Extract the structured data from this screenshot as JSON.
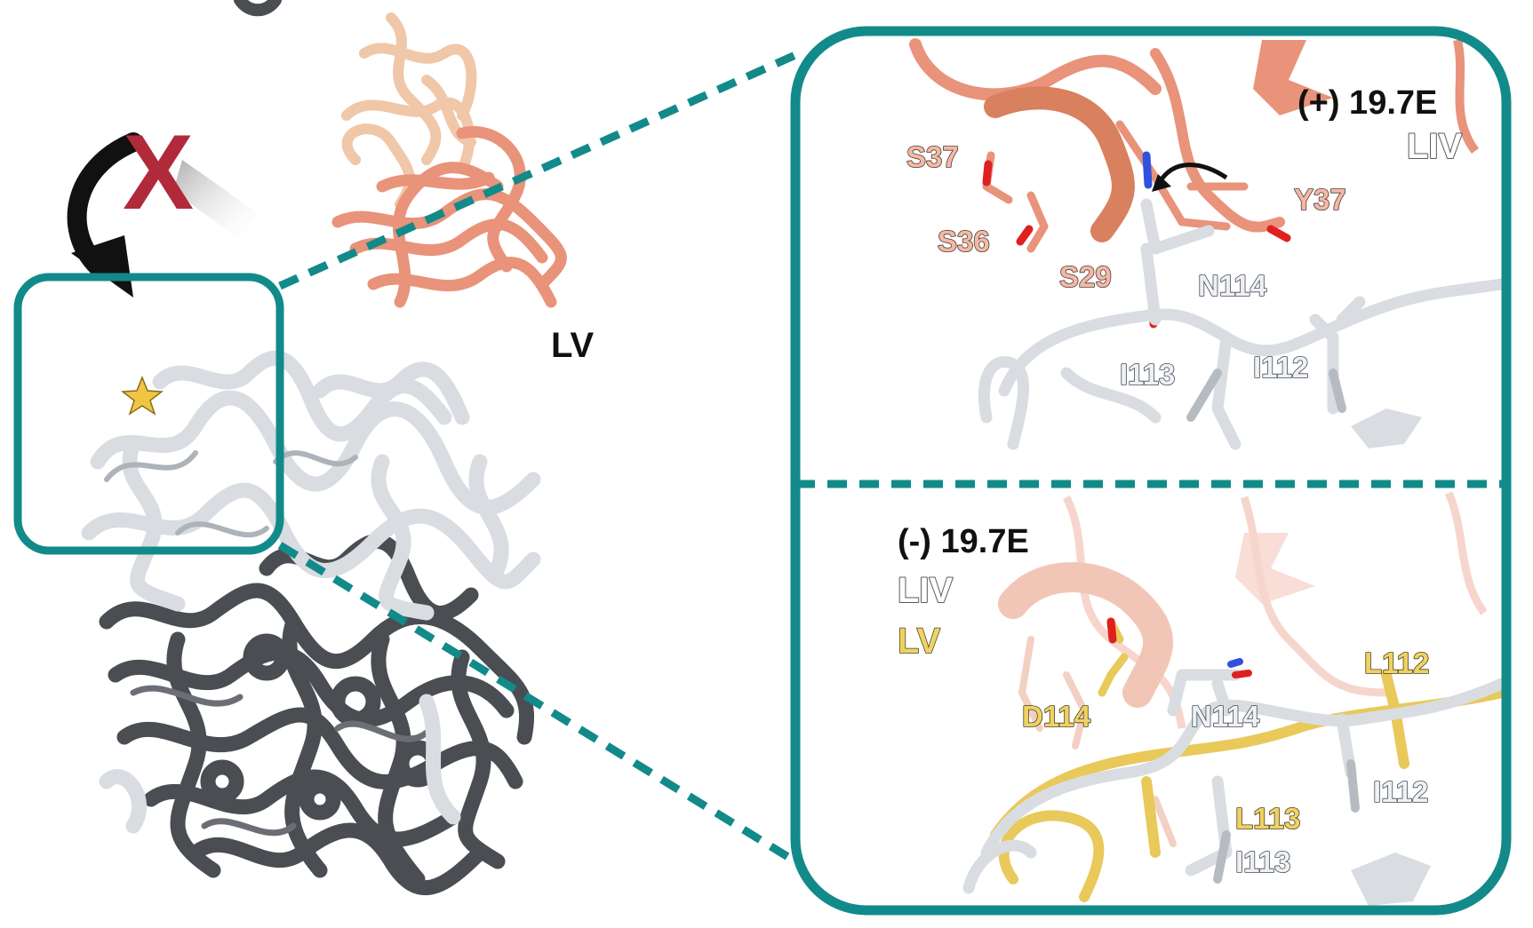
{
  "structure_label": "LV",
  "blocked_mark": "X",
  "top_panel": {
    "condition": "(+) 19.7E",
    "state": "LIV",
    "residues": {
      "s37": "S37",
      "s36": "S36",
      "s29": "S29",
      "y37": "Y37",
      "n114": "N114",
      "i113": "I113",
      "i112": "I112"
    }
  },
  "bottom_panel": {
    "condition": "(-) 19.7E",
    "state_a": "LIV",
    "state_b": "LV",
    "residues": {
      "d114": "D114",
      "n114": "N114",
      "l112": "L112",
      "i112": "I112",
      "l113": "L113",
      "i113": "I113"
    }
  },
  "colors": {
    "teal": "#138a8a",
    "salmon": "#e8937a",
    "light_gray": "#d9dde2",
    "dark_gray": "#4a4d52",
    "gold": "#e8c95a",
    "red": "#b12a3a"
  }
}
